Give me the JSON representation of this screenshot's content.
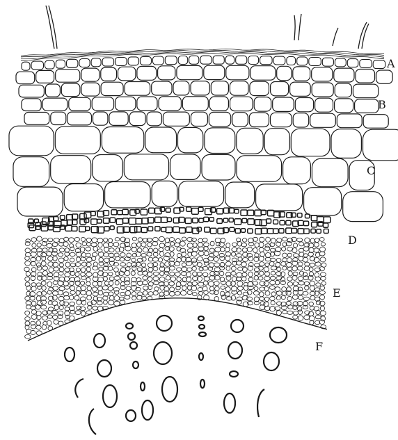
{
  "labels": {
    "a": "A",
    "b": "B",
    "c": "C",
    "d": "D",
    "e": "E",
    "f": "F"
  },
  "colors": {
    "ink": "#1a1a1a",
    "paper": "#ffffff"
  }
}
